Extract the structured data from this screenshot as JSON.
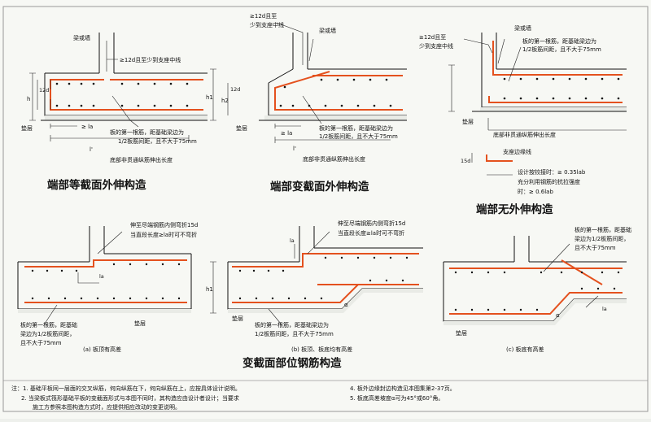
{
  "diagram": {
    "figure1": {
      "title": "端部等截面外伸构造",
      "wall": "梁或墙",
      "dim_12d": "≥12d且至少到支座中线",
      "lbl_h": "h",
      "lbl_12d": "12d",
      "lbl_la": "≥ la",
      "note_first_bar": "板的第一根筋，距基础梁边为",
      "note_first_bar_2": "1/2板筋间距，且不大于75mm",
      "cushion": "垫层",
      "lbl_lprime": "l'",
      "note_bottom": "底部非贯通纵筋伸出长度"
    },
    "figure2": {
      "title": "端部变截面外伸构造",
      "dim_12d_a": "≥12d且至",
      "dim_12d_b": "少到支座中线",
      "wall": "梁或墙",
      "lbl_h1": "h1",
      "lbl_h2": "h2",
      "lbl_12d": "12d",
      "lbl_la": "≥ la",
      "note_first_bar": "板的第一根筋，距基础梁边为",
      "note_first_bar_2": "1/2板筋间距，且不大于75mm",
      "cushion": "垫层",
      "lbl_lprime": "l'",
      "note_bottom": "底部非贯通纵筋伸出长度"
    },
    "figure3": {
      "title": "端部无外伸构造",
      "dim_12d_a": "≥12d且至",
      "dim_12d_b": "少到支座中线",
      "wall": "梁或墙",
      "note_first_bar": "板的第一根筋，距基础梁边为",
      "note_first_bar_2": "1/2板筋间距，且不大于75mm",
      "cushion": "垫层",
      "note_bottom": "底部非贯通纵筋伸出长度",
      "lbl_15d": "15d",
      "support_line": "支座边缘线",
      "design_hinge": "设计按铰接时：≥ 0.35lab",
      "full_use": "充分利用钢筋的抗拉强度",
      "full_use_val": "时：≥ 0.6lab"
    },
    "figure4": {
      "caption": "(a)  板顶有高差",
      "note_a": "伸至尽端钢筋内侧弯折15d",
      "note_b": "当直段长度≥la时可不弯折",
      "lbl_la": "la",
      "note_first_bar": "板的第一根筋，距基础",
      "note_first_bar_2": "梁边为1/2板筋间距，",
      "note_first_bar_3": "且不大于75mm",
      "cushion": "垫层"
    },
    "figure5": {
      "caption": "(b)  板顶、板底均有高差",
      "note_a": "伸至尽端钢筋内侧弯折15d",
      "note_b": "当直段长度≥la时可不弯折",
      "lbl_la": "la",
      "lbl_h1": "h1",
      "lbl_alpha": "α",
      "note_first_bar": "板的第一根筋，距基础梁边为",
      "note_first_bar_2": "1/2板筋间距，且不大于75mm",
      "cushion": "垫层"
    },
    "figure6": {
      "caption": "(c)  板底有高差",
      "note_first_bar": "板的第一根筋，距基础",
      "note_first_bar_2": "梁边为1/2板筋间距，",
      "note_first_bar_3": "且不大于75mm",
      "lbl_la": "la",
      "lbl_alpha": "α",
      "cushion": "垫层"
    },
    "section_title": "变截面部位钢筋构造",
    "notes": {
      "n1": "注：1. 基础平板同一层面的交叉纵筋，何向纵筋在下，何向纵筋在上，应按具体设计说明。",
      "n2": "2. 当梁板式筏形基础平板的变截面形式与本图不同时，其构造应由设计者设计；当要求",
      "n2b": "施工方参照本图构造方式时，应提供相应改动的变更说明。",
      "n4": "4. 板外边缘封边构造见本图集第2-37页。",
      "n5": "5. 板底高差坡度α可为45°或60°角。"
    }
  }
}
